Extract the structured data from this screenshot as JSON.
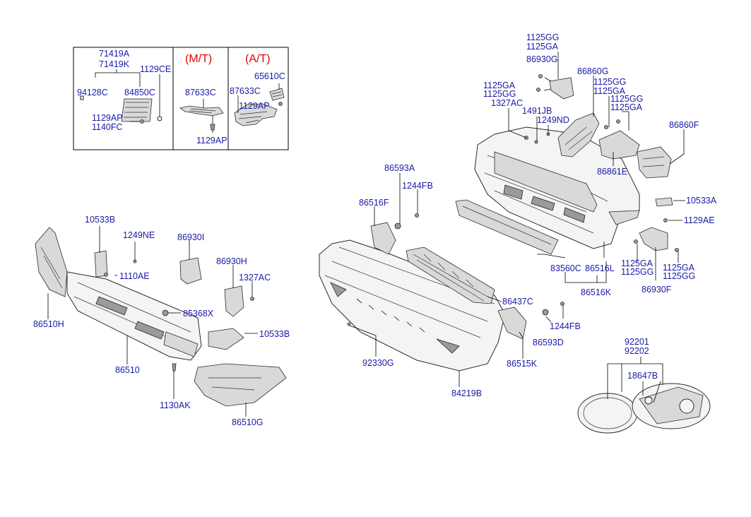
{
  "inset": {
    "headers": {
      "mt": "(M/T)",
      "at": "(A/T)"
    },
    "labels": {
      "p71419a": "71419A",
      "p71419k": "71419K",
      "p1129ce": "1129CE",
      "p94128c": "94128C",
      "p84850c": "84850C",
      "p1129ap_a": "1129AP",
      "p1140fc": "1140FC",
      "p87633c_mt": "87633C",
      "p1129ap_mt": "1129AP",
      "p87633c_at": "87633C",
      "p65610c": "65610C",
      "p1129ap_at": "1129AP"
    }
  },
  "labels": {
    "p1125gg_1": "1125GG",
    "p1125ga_1": "1125GA",
    "p86930g": "86930G",
    "p86860g": "86860G",
    "p1125ga_2": "1125GA",
    "p1125gg_2": "1125GG",
    "p1327ac_1": "1327AC",
    "p1491jb": "1491JB",
    "p1249nd": "1249ND",
    "p1125gg_3": "1125GG",
    "p1125ga_3": "1125GA",
    "p1125gg_4": "1125GG",
    "p1125ga_4": "1125GA",
    "p86860f": "86860F",
    "p86861e": "86861E",
    "p86593a": "86593A",
    "p1244fb_1": "1244FB",
    "p86516f": "86516F",
    "p10533a": "10533A",
    "p1129ae": "1129AE",
    "p10533b_1": "10533B",
    "p1249ne": "1249NE",
    "p86930i": "86930I",
    "p86930h": "86930H",
    "p1327ac_2": "1327AC",
    "p1110ae": "1110AE",
    "p85368x": "85368X",
    "p10533b_2": "10533B",
    "p86510h": "86510H",
    "p86510": "86510",
    "p1130ak": "1130AK",
    "p86510g": "86510G",
    "p83560c": "83560C",
    "p86516l": "86516L",
    "p1125ga_5": "1125GA",
    "p1125gg_5": "1125GG",
    "p1125ga_6": "1125GA",
    "p1125gg_6": "1125GG",
    "p86516k": "86516K",
    "p86930f": "86930F",
    "p86437c": "86437C",
    "p1244fb_2": "1244FB",
    "p86593d": "86593D",
    "p92330g": "92330G",
    "p86515k": "86515K",
    "p84219b": "84219B",
    "p92201": "92201",
    "p92202": "92202",
    "p18647b": "18647B"
  }
}
